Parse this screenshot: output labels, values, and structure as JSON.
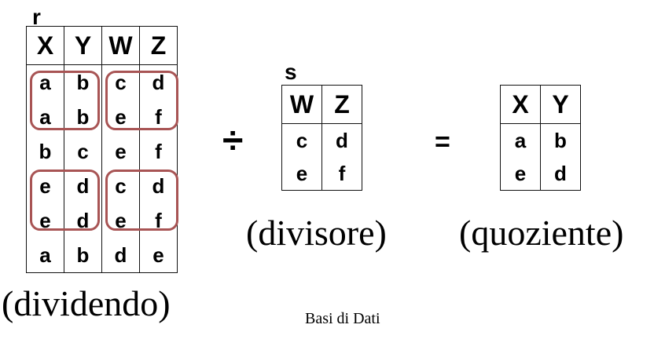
{
  "dividend": {
    "name": "r",
    "headers": [
      "X",
      "Y",
      "W",
      "Z"
    ],
    "rows": [
      [
        "a",
        "b",
        "c",
        "d"
      ],
      [
        "a",
        "b",
        "e",
        "f"
      ],
      [
        "b",
        "c",
        "e",
        "f"
      ],
      [
        "e",
        "d",
        "c",
        "d"
      ],
      [
        "e",
        "d",
        "e",
        "f"
      ],
      [
        "a",
        "b",
        "d",
        "e"
      ]
    ],
    "caption": "(dividendo)",
    "highlight_color": "#a85454"
  },
  "divisor": {
    "name": "s",
    "headers": [
      "W",
      "Z"
    ],
    "rows": [
      [
        "c",
        "d"
      ],
      [
        "e",
        "f"
      ]
    ],
    "caption": "(divisore)"
  },
  "quotient": {
    "headers": [
      "X",
      "Y"
    ],
    "rows": [
      [
        "a",
        "b"
      ],
      [
        "e",
        "d"
      ]
    ],
    "caption": "(quoziente)"
  },
  "operators": {
    "division": "÷",
    "equals": "="
  },
  "footer": "Basi di Dati"
}
